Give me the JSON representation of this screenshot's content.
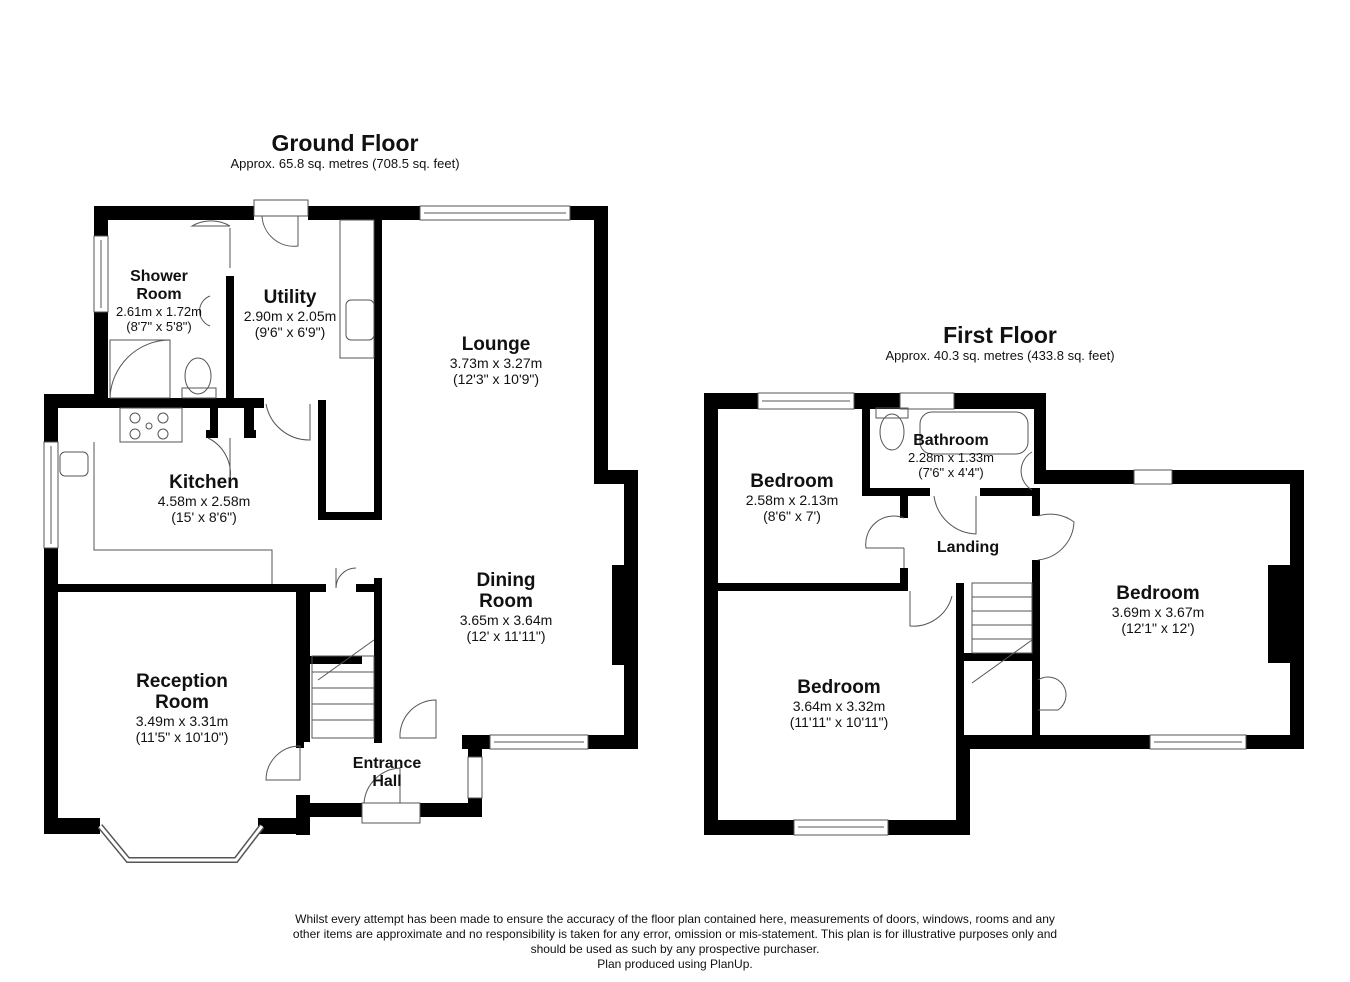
{
  "ground_floor": {
    "title": "Ground Floor",
    "area": "Approx. 65.8 sq. metres (708.5 sq. feet)",
    "rooms": [
      {
        "name": "Shower Room",
        "name_l1": "Shower",
        "name_l2": "Room",
        "metric": "2.61m x 1.72m",
        "imperial": "(8'7\" x 5'8\")"
      },
      {
        "name": "Utility",
        "metric": "2.90m x 2.05m",
        "imperial": "(9'6\" x 6'9\")"
      },
      {
        "name": "Lounge",
        "metric": "3.73m x 3.27m",
        "imperial": "(12'3\" x 10'9\")"
      },
      {
        "name": "Kitchen",
        "metric": "4.58m x 2.58m",
        "imperial": "(15' x 8'6\")"
      },
      {
        "name": "Dining Room",
        "name_l1": "Dining",
        "name_l2": "Room",
        "metric": "3.65m x 3.64m",
        "imperial": "(12' x 11'11\")"
      },
      {
        "name": "Reception Room",
        "name_l1": "Reception",
        "name_l2": "Room",
        "metric": "3.49m x 3.31m",
        "imperial": "(11'5\" x 10'10\")"
      },
      {
        "name": "Entrance Hall",
        "name_l1": "Entrance",
        "name_l2": "Hall"
      }
    ]
  },
  "first_floor": {
    "title": "First Floor",
    "area": "Approx. 40.3 sq. metres (433.8 sq. feet)",
    "rooms": [
      {
        "name": "Bedroom",
        "metric": "2.58m x 2.13m",
        "imperial": "(8'6\" x 7')"
      },
      {
        "name": "Bathroom",
        "metric": "2.28m x 1.33m",
        "imperial": "(7'6\" x 4'4\")"
      },
      {
        "name": "Landing"
      },
      {
        "name": "Bedroom",
        "metric": "3.69m x 3.67m",
        "imperial": "(12'1\" x 12')"
      },
      {
        "name": "Bedroom",
        "metric": "3.64m x 3.32m",
        "imperial": "(11'11\" x 10'11\")"
      }
    ]
  },
  "disclaimer": {
    "line1": "Whilst every attempt has been made to ensure the accuracy of the floor plan contained here, measurements of doors, windows, rooms and any",
    "line2": "other items are approximate and no responsibility is taken for any error, omission or mis-statement. This plan is for illustrative purposes only and",
    "line3": "should be used as such by any prospective purchaser.",
    "line4": "Plan produced using PlanUp."
  },
  "colors": {
    "wall": "#000000",
    "fixture_line": "#555555",
    "background": "#ffffff"
  }
}
